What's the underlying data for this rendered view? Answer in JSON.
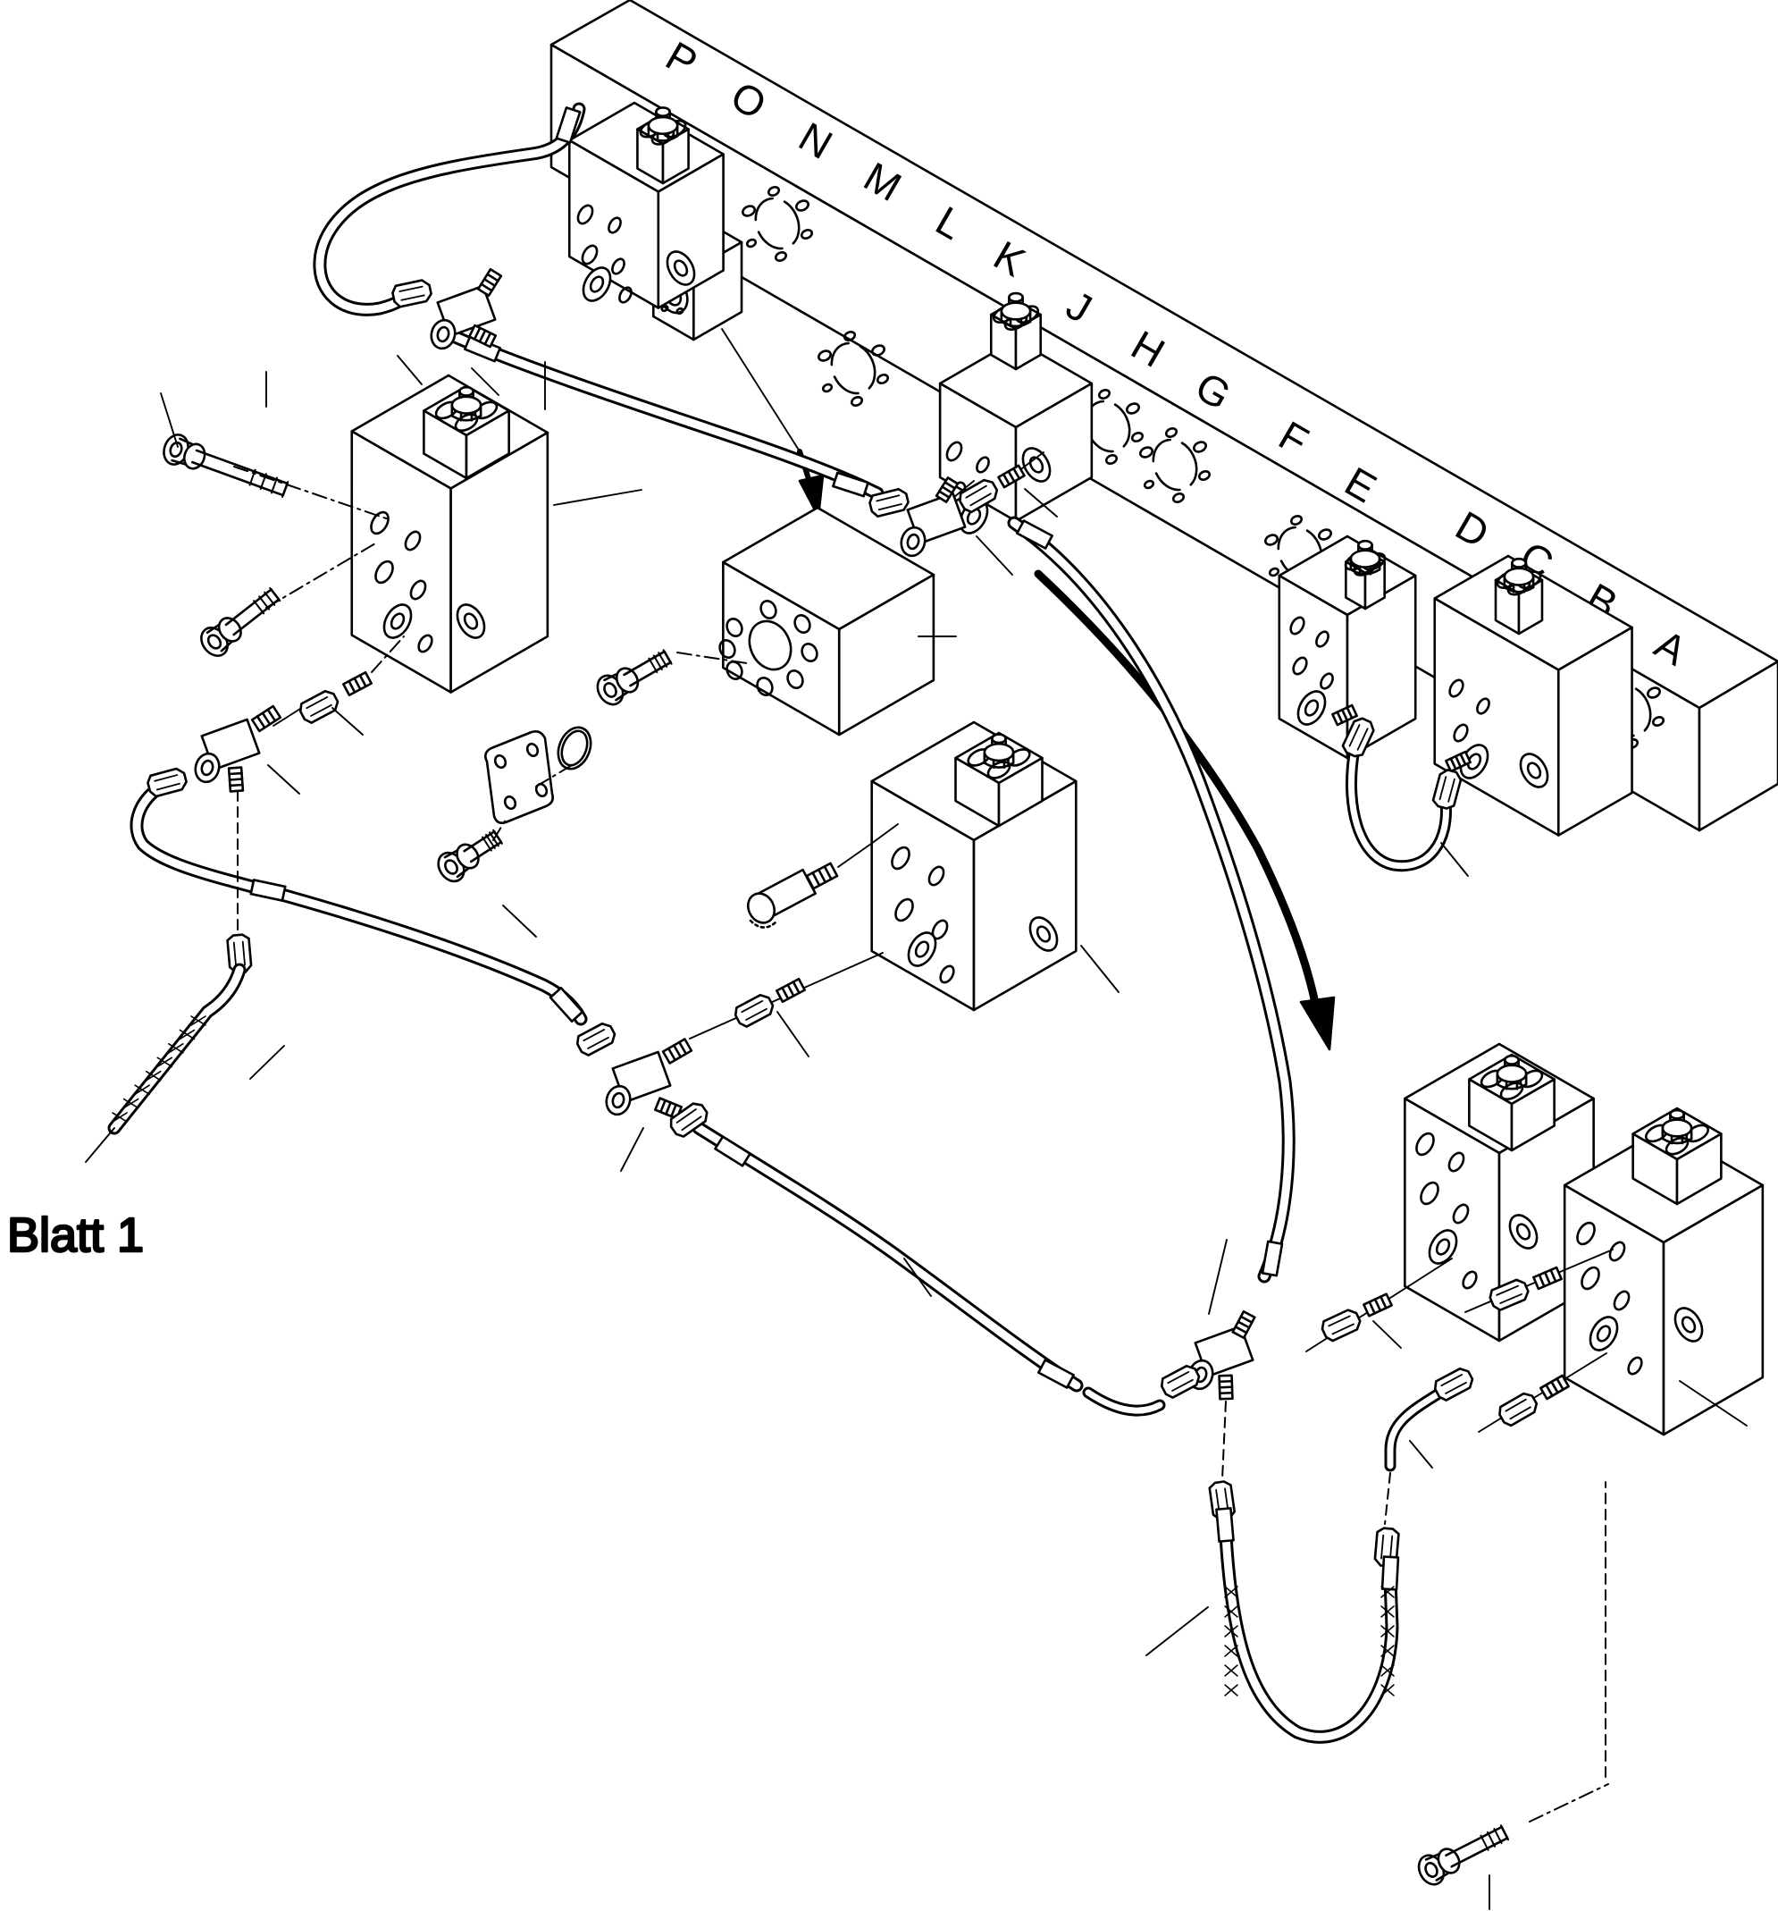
{
  "labels": {
    "sheet": "Blatt 1"
  },
  "rail": {
    "letters": [
      "P",
      "O",
      "N",
      "M",
      "L",
      "K",
      "J",
      "H",
      "G",
      "F",
      "E",
      "D",
      "C",
      "B",
      "A"
    ]
  },
  "colors": {
    "line": "#000000",
    "background": "#ffffff"
  }
}
